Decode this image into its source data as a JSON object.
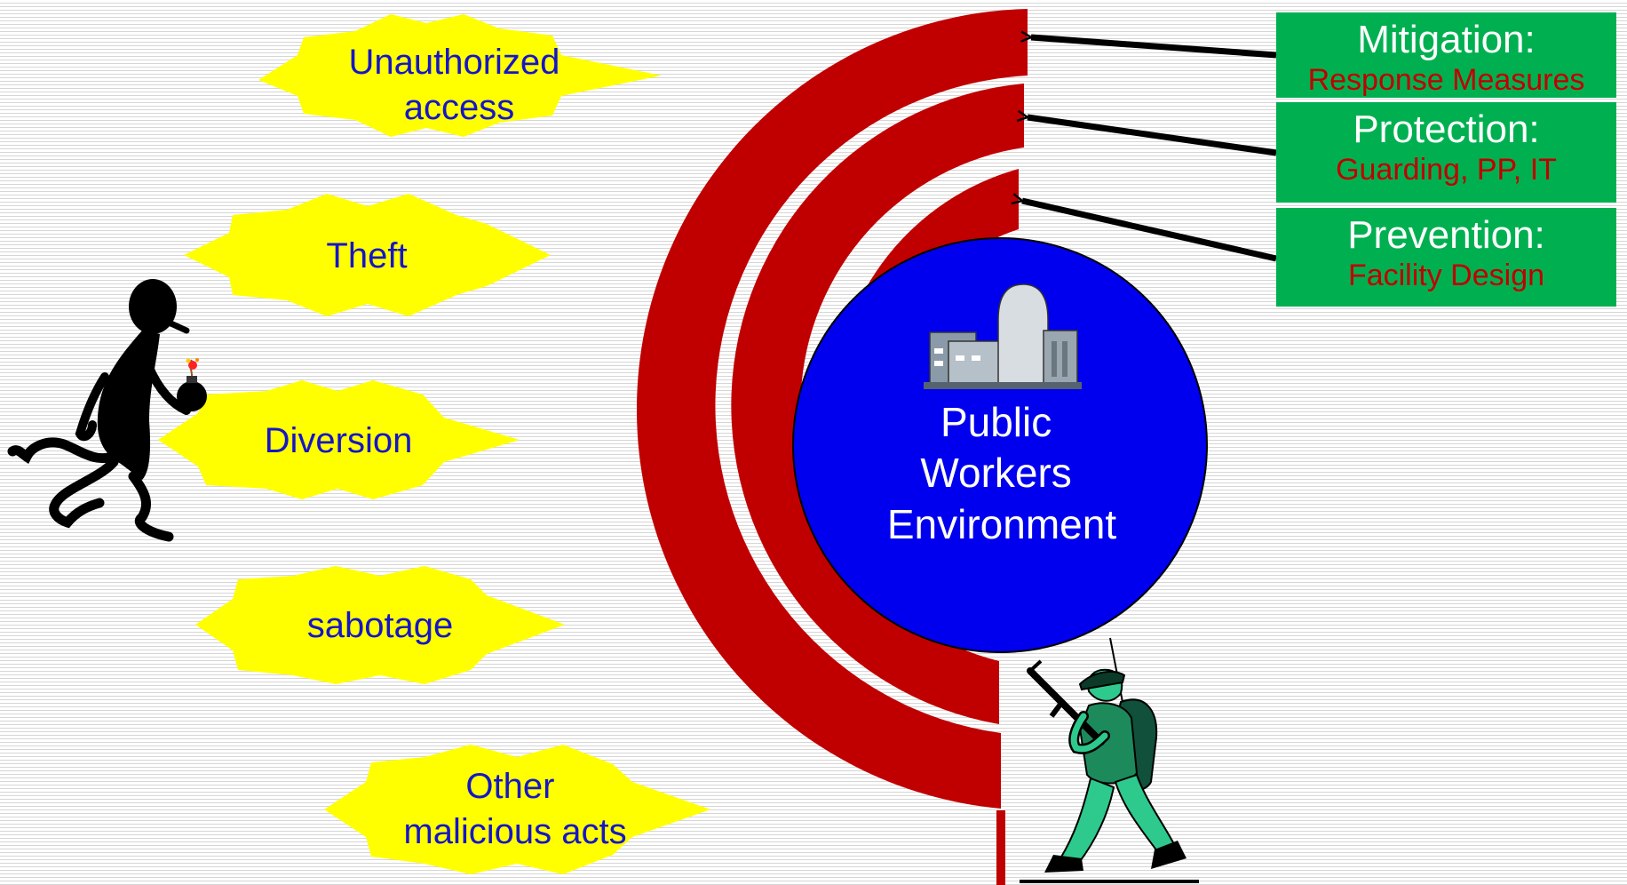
{
  "threats": [
    {
      "lines": [
        "Unauthorized",
        "access"
      ]
    },
    {
      "lines": [
        "Theft"
      ]
    },
    {
      "lines": [
        "Diversion"
      ]
    },
    {
      "lines": [
        "sabotage"
      ]
    },
    {
      "lines": [
        "Other",
        "malicious acts"
      ]
    }
  ],
  "assets": {
    "lines": [
      "Public",
      "Workers",
      "Environment"
    ]
  },
  "layers": [
    {
      "title": "Mitigation:",
      "subtitle": "Response Measures"
    },
    {
      "title": "Protection:",
      "subtitle": "Guarding, PP, IT"
    },
    {
      "title": "Prevention:",
      "subtitle": "Facility Design"
    }
  ],
  "icons": {
    "intruder": "running-intruder-with-bomb-icon",
    "guard": "armed-guard-soldier-icon",
    "facility": "nuclear-facility-icon"
  },
  "colors": {
    "threat_fill": "#ffff00",
    "threat_text": "#1515c8",
    "ring": "#c00000",
    "core": "#0000ee",
    "layer_box": "#00b050",
    "layer_sub": "#c00000"
  }
}
